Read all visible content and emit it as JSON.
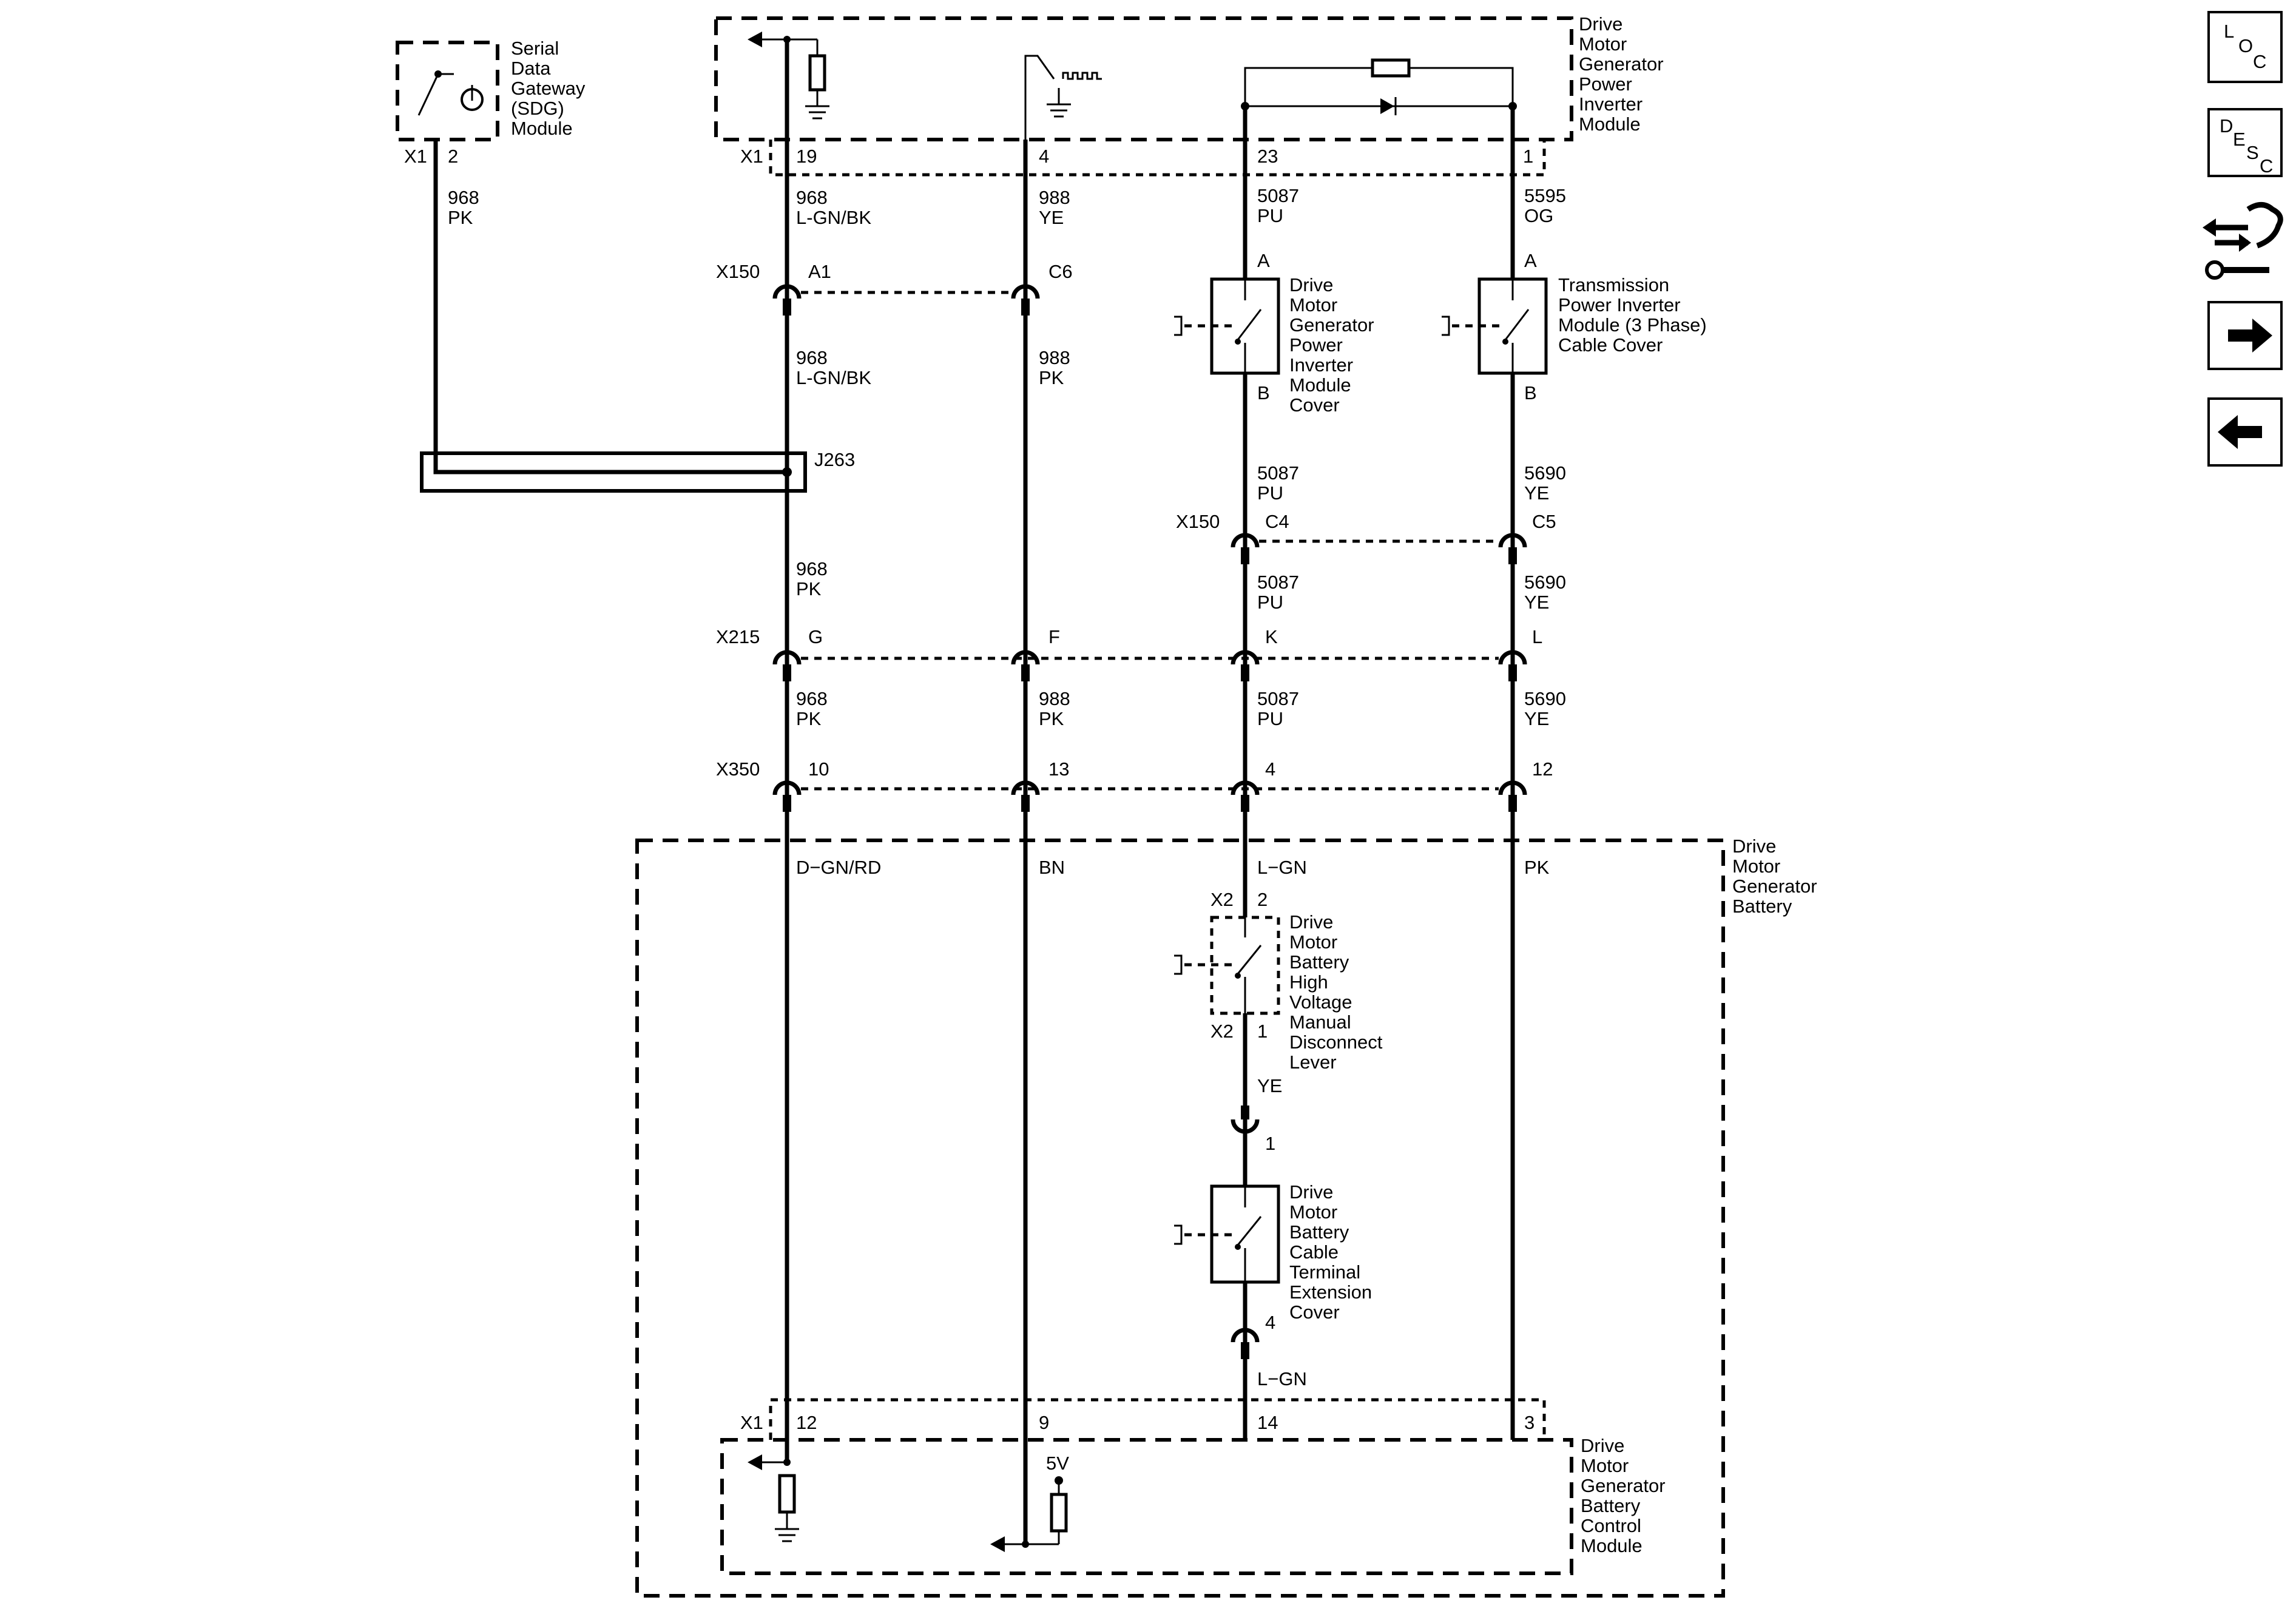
{
  "modules": {
    "sdg": [
      "Serial",
      "Data",
      "Gateway",
      "(SDG)",
      "Module"
    ],
    "inverter": [
      "Drive",
      "Motor",
      "Generator",
      "Power",
      "Inverter",
      "Module"
    ],
    "inverter_cover_switch": [
      "Drive",
      "Motor",
      "Generator",
      "Power",
      "Inverter",
      "Module",
      "Cover"
    ],
    "tpim_cover_switch": [
      "Transmission",
      "Power Inverter",
      "Module (3 Phase)",
      "Cable Cover"
    ],
    "battery": [
      "Drive",
      "Motor",
      "Generator",
      "Battery"
    ],
    "manual_disconnect": [
      "Drive",
      "Motor",
      "Battery",
      "High",
      "Voltage",
      "Manual",
      "Disconnect",
      "Lever"
    ],
    "terminal_cover": [
      "Drive",
      "Motor",
      "Battery",
      "Cable",
      "Terminal",
      "Extension",
      "Cover"
    ],
    "bcm": [
      "Drive",
      "Motor",
      "Generator",
      "Battery",
      "Control",
      "Module"
    ]
  },
  "connectors": {
    "x1": "X1",
    "x2": "X2",
    "x150": "X150",
    "x215": "X215",
    "x350": "X350",
    "j263": "J263"
  },
  "pins": {
    "sdg_x1": "2",
    "inv_19": "19",
    "inv_4": "4",
    "inv_23": "23",
    "inv_1": "1",
    "x150_a1": "A1",
    "x150_c6": "C6",
    "x150_c4": "C4",
    "x150_c5": "C5",
    "sw_a1": "A",
    "sw_b1": "B",
    "sw_a2": "A",
    "sw_b2": "B",
    "x215_g": "G",
    "x215_f": "F",
    "x215_k": "K",
    "x215_l": "L",
    "x350_10": "10",
    "x350_13": "13",
    "x350_4": "4",
    "x350_12": "12",
    "x2_2": "2",
    "x2_1": "1",
    "inline_1": "1",
    "tc_4": "4",
    "bcm_12": "12",
    "bcm_9": "9",
    "bcm_14": "14",
    "bcm_3": "3"
  },
  "wires": {
    "sdg": [
      "968",
      "PK"
    ],
    "w1_top": [
      "968",
      "L-GN/BK"
    ],
    "w1_mid": [
      "968",
      "L-GN/BK"
    ],
    "w1_low": [
      "968",
      "PK"
    ],
    "w1_x215": [
      "968",
      "PK"
    ],
    "w2_top": [
      "988",
      "YE"
    ],
    "w2_mid": [
      "988",
      "PK"
    ],
    "w2_x215": [
      "988",
      "PK"
    ],
    "w3_top": [
      "5087",
      "PU"
    ],
    "w3_mid": [
      "5087",
      "PU"
    ],
    "w3_low": [
      "5087",
      "PU"
    ],
    "w3_x215": [
      "5087",
      "PU"
    ],
    "w4_top": [
      "5595",
      "OG"
    ],
    "w4_mid": [
      "5690",
      "YE"
    ],
    "w4_low": [
      "5690",
      "YE"
    ],
    "w4_x215": [
      "5690",
      "YE"
    ],
    "in_1": "D−GN/RD",
    "in_2": "BN",
    "in_3": "L−GN",
    "in_4": "PK",
    "in_ye": "YE",
    "in_lgn": "L−GN"
  },
  "supply": "5V",
  "nav": {
    "loc": [
      "L",
      "O",
      "C"
    ],
    "desc": [
      "D",
      "E",
      "S",
      "C"
    ],
    "icons": [
      "connector-view-icon",
      "next-page-icon",
      "previous-page-icon"
    ]
  }
}
